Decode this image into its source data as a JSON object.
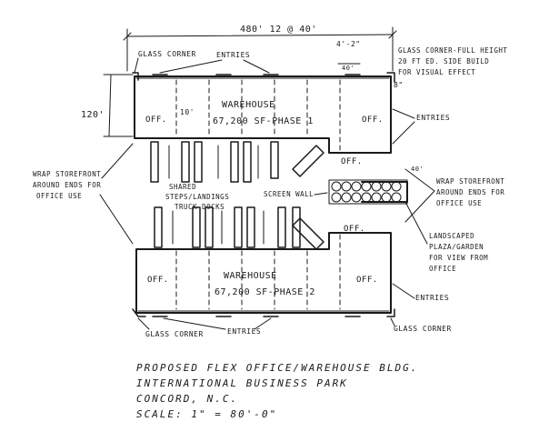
{
  "dimensions": {
    "overall": "480' 12 @ 40'",
    "depth": "120'",
    "height_mark": "8\"",
    "bay_mark": "40'",
    "wrap_mark": "4'-2\"",
    "offset_mark": "10'"
  },
  "labels": {
    "glass_corner": "GLASS CORNER",
    "glass_corner_full_height": "GLASS CORNER-FULL HEIGHT",
    "glass_corner_note_2": "20 FT ED. SIDE BUILD",
    "glass_corner_note_3": "FOR VISUAL EFFECT",
    "entries": "ENTRIES",
    "office": "OFF.",
    "warehouse": "WAREHOUSE",
    "phase1": "67,200 SF-PHASE 1",
    "phase2": "67,200 SF-PHASE 2",
    "shared_steps": "SHARED",
    "shared_steps_2": "STEPS/LANDINGS",
    "truck_docks": "TRUCK DOCKS",
    "screen_wall": "SCREEN WALL",
    "wrap_left_1": "WRAP STOREFRONT",
    "wrap_left_2": "AROUND ENDS FOR",
    "wrap_left_3": "OFFICE USE",
    "wrap_right_1": "WRAP STOREFRONT",
    "wrap_right_2": "AROUND ENDS FOR",
    "wrap_right_3": "OFFICE USE",
    "landscaped_1": "LANDSCAPED",
    "landscaped_2": "PLAZA/GARDEN",
    "landscaped_3": "FOR VIEW FROM",
    "landscaped_4": "OFFICE"
  },
  "caption": {
    "line1": "PROPOSED FLEX OFFICE/WAREHOUSE BLDG.",
    "line2": "INTERNATIONAL BUSINESS PARK",
    "line3": "CONCORD, N.C.",
    "line4": "SCALE: 1\" = 80'-0\""
  }
}
